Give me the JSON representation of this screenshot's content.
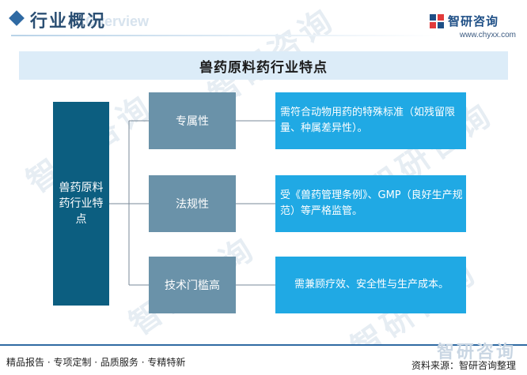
{
  "header": {
    "title": "行业概况",
    "subtitle": "Overview"
  },
  "brand": {
    "name": "智研咨询",
    "url": "www.chyxx.com"
  },
  "diagram": {
    "title": "兽药原料药行业特点",
    "center": "兽药原料药行业特点",
    "items": [
      {
        "label": "专属性",
        "desc": "需符合动物用药的特殊标准（如残留限量、种属差异性）。"
      },
      {
        "label": "法规性",
        "desc": "受《兽药管理条例》、GMP（良好生产规范）等严格监管。"
      },
      {
        "label": "技术门槛高",
        "desc": "需兼顾疗效、安全性与生产成本。"
      }
    ]
  },
  "footer": {
    "left": "精品报告 · 专项定制 · 品质服务 · 专精特新",
    "source": "资料来源：智研咨询整理"
  },
  "watermark": {
    "text": "智研咨询"
  },
  "colors": {
    "center_box": "#0c5e80",
    "category_box": "#6a92a9",
    "description_box": "#20a9e4",
    "title_band": "#dcecf8"
  }
}
